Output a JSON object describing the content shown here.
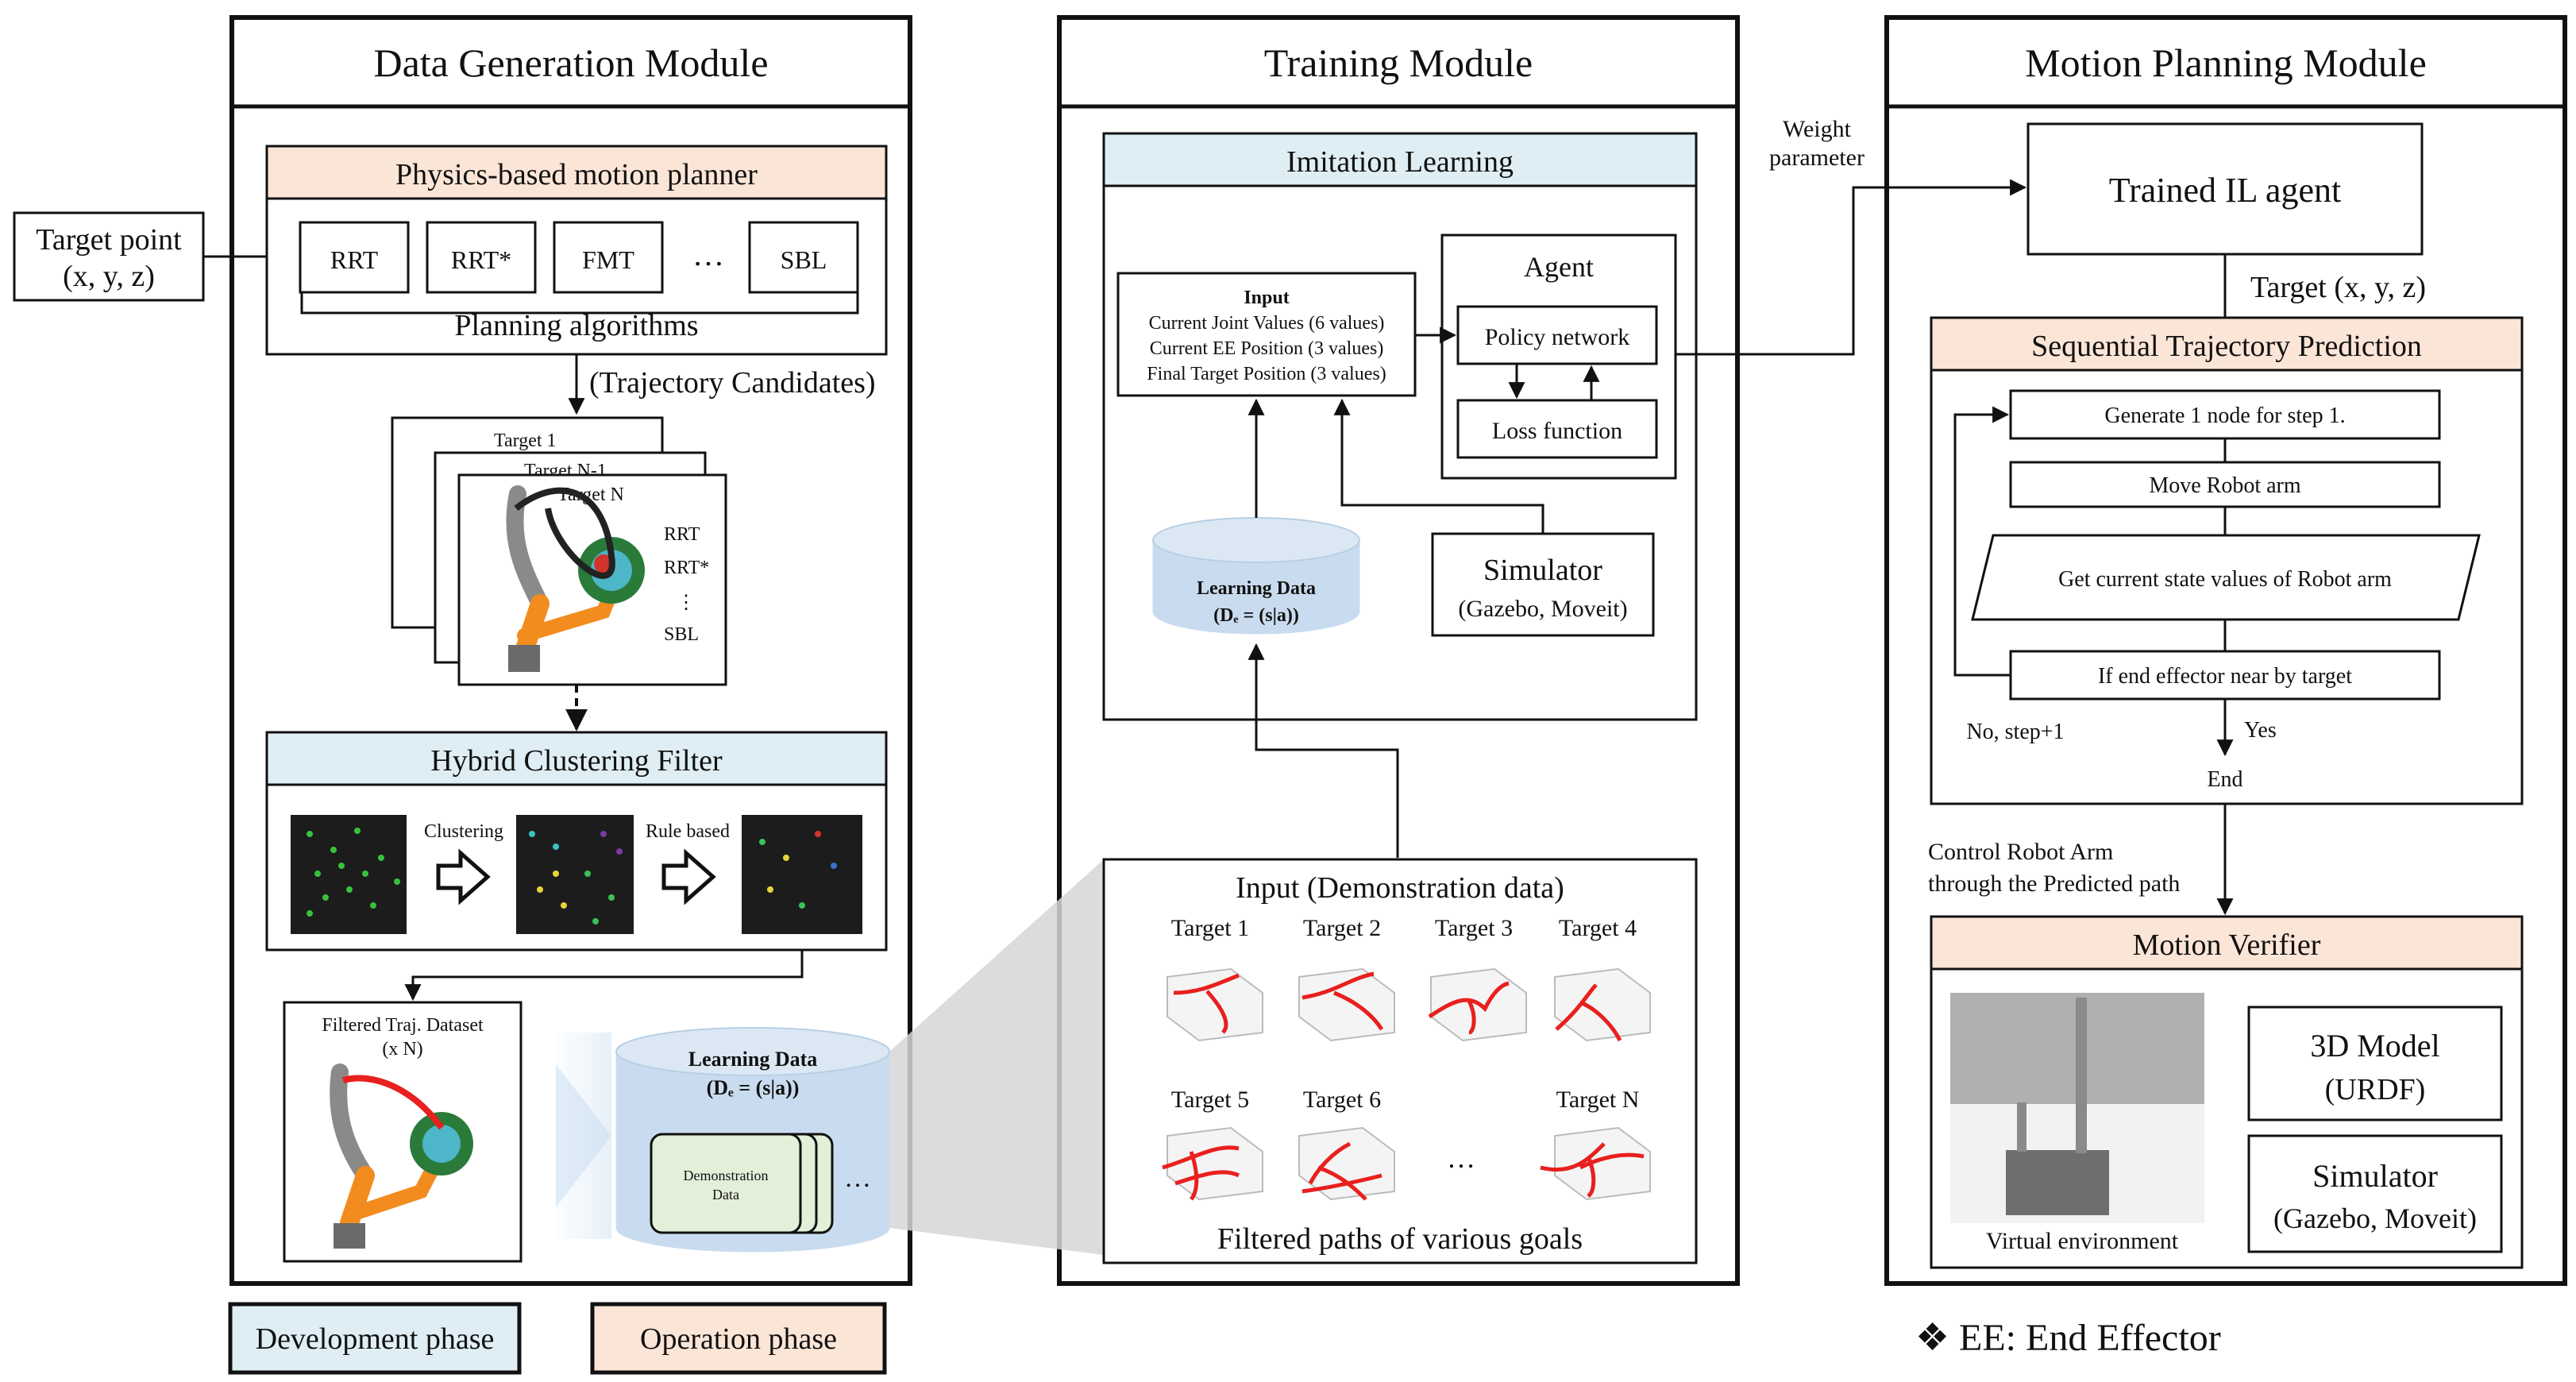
{
  "modules": {
    "data_generation": "Data Generation Module",
    "training": "Training Module",
    "motion_planning": "Motion Planning Module"
  },
  "target_point": {
    "line1": "Target point",
    "line2": "(x, y, z)"
  },
  "physics_planner": {
    "title": "Physics-based motion planner",
    "algorithms": [
      "RRT",
      "RRT*",
      "FMT",
      "…",
      "SBL"
    ],
    "caption": "Planning algorithms"
  },
  "trajectory_candidates": "(Trajectory Candidates)",
  "target_stack": {
    "card1": "Target 1",
    "card2": "Target N-1",
    "card3": "Target N",
    "labels": [
      "RRT",
      "RRT*",
      "⋮",
      "SBL"
    ]
  },
  "hybrid_filter": {
    "title": "Hybrid Clustering Filter",
    "clustering": "Clustering",
    "rule_based": "Rule based"
  },
  "filtered_dataset": {
    "line1": "Filtered Traj. Dataset",
    "line2": "(x N)"
  },
  "learning_data_left": {
    "title": "Learning Data",
    "formula": "(Dₑ = (s|a))",
    "demo_label_1": "Demonstration",
    "demo_label_2": "Data",
    "ellipsis": "…"
  },
  "imitation_learning": {
    "title": "Imitation Learning",
    "input_title": "Input",
    "input_lines": [
      "Current Joint Values (6 values)",
      "Current EE Position (3 values)",
      "Final Target Position (3 values)"
    ],
    "agent": "Agent",
    "policy": "Policy network",
    "loss": "Loss function"
  },
  "learning_data_mid": {
    "title": "Learning Data",
    "formula": "(Dₑ = (s|a))"
  },
  "simulator_mid": {
    "line1": "Simulator",
    "line2": "(Gazebo, Moveit)"
  },
  "demonstration": {
    "title": "Input (Demonstration data)",
    "targets": [
      "Target 1",
      "Target 2",
      "Target 3",
      "Target 4",
      "Target 5",
      "Target 6",
      "…",
      "Target N"
    ],
    "caption": "Filtered paths of various goals"
  },
  "weight_parameter": {
    "line1": "Weight",
    "line2": "parameter"
  },
  "trained_agent": "Trained IL agent",
  "target_xyz": "Target (x, y, z)",
  "sequential": {
    "title": "Sequential Trajectory Prediction",
    "step1": "Generate 1 node for step 1.",
    "step2": "Move Robot arm",
    "step3": "Get current state values of Robot arm",
    "step4": "If end effector near by target",
    "no": "No, step+1",
    "yes": "Yes",
    "end": "End"
  },
  "control": {
    "line1": "Control Robot Arm",
    "line2": "through the Predicted path"
  },
  "verifier": {
    "title": "Motion Verifier",
    "virtual_env": "Virtual environment",
    "model_line1": "3D Model",
    "model_line2": "(URDF)",
    "sim_line1": "Simulator",
    "sim_line2": "(Gazebo, Moveit)"
  },
  "legend": {
    "development": "Development phase",
    "operation": "Operation phase",
    "note": "❖  EE: End Effector"
  },
  "colors": {
    "operation_fill": "#fbe5d6",
    "development_fill": "#deeef4",
    "cylinder_fill": "#c9dcef",
    "demo_fill": "#e2efd9",
    "trajectory_red": "#e8201e",
    "robot_orange": "#f28c1e",
    "robot_gray": "#8a8a8a"
  }
}
